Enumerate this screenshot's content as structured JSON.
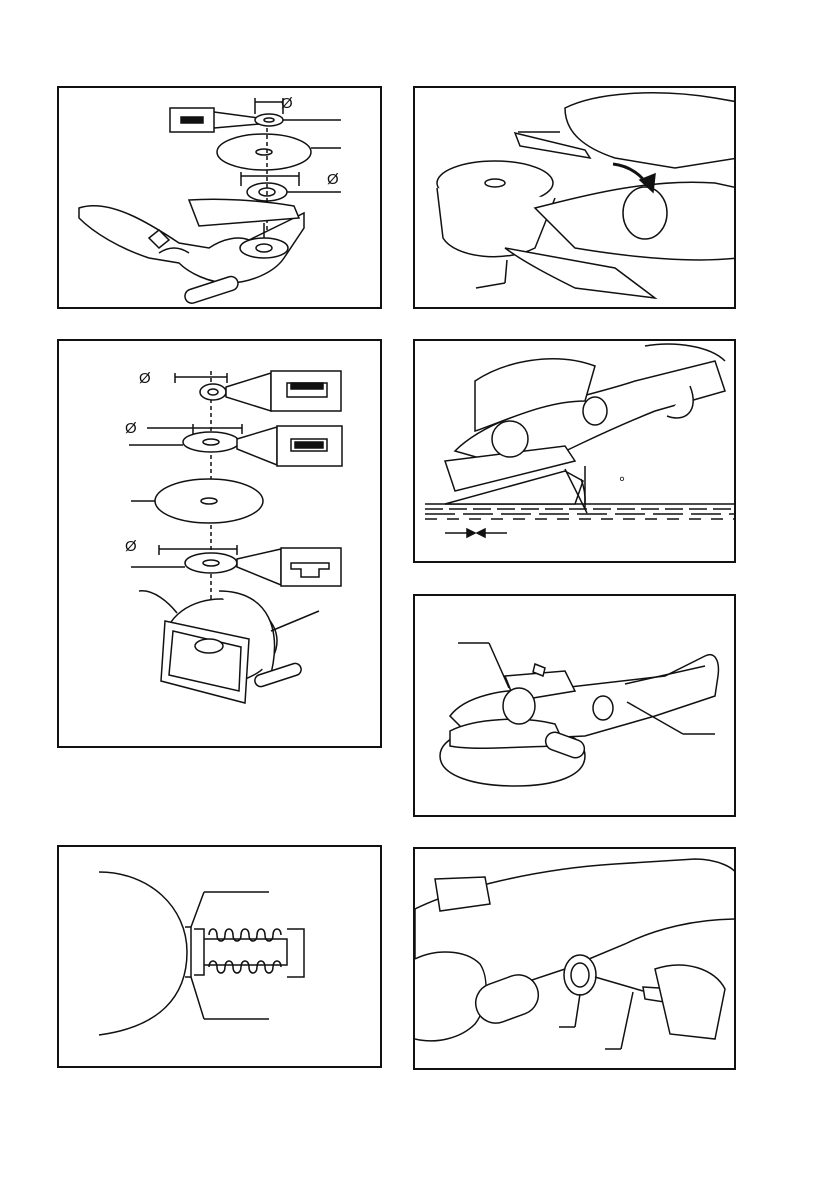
{
  "figures": {
    "assembly_top": {
      "dia1": "Ø",
      "dia2": "Ø"
    },
    "assembly_exploded": {
      "dia1": "Ø",
      "dia2": "Ø",
      "dia3": "Ø"
    },
    "grinding_angle": {
      "degree_mark": "°"
    }
  },
  "colors": {
    "line": "#111111",
    "fill": "#ffffff",
    "shade": "#888888"
  }
}
